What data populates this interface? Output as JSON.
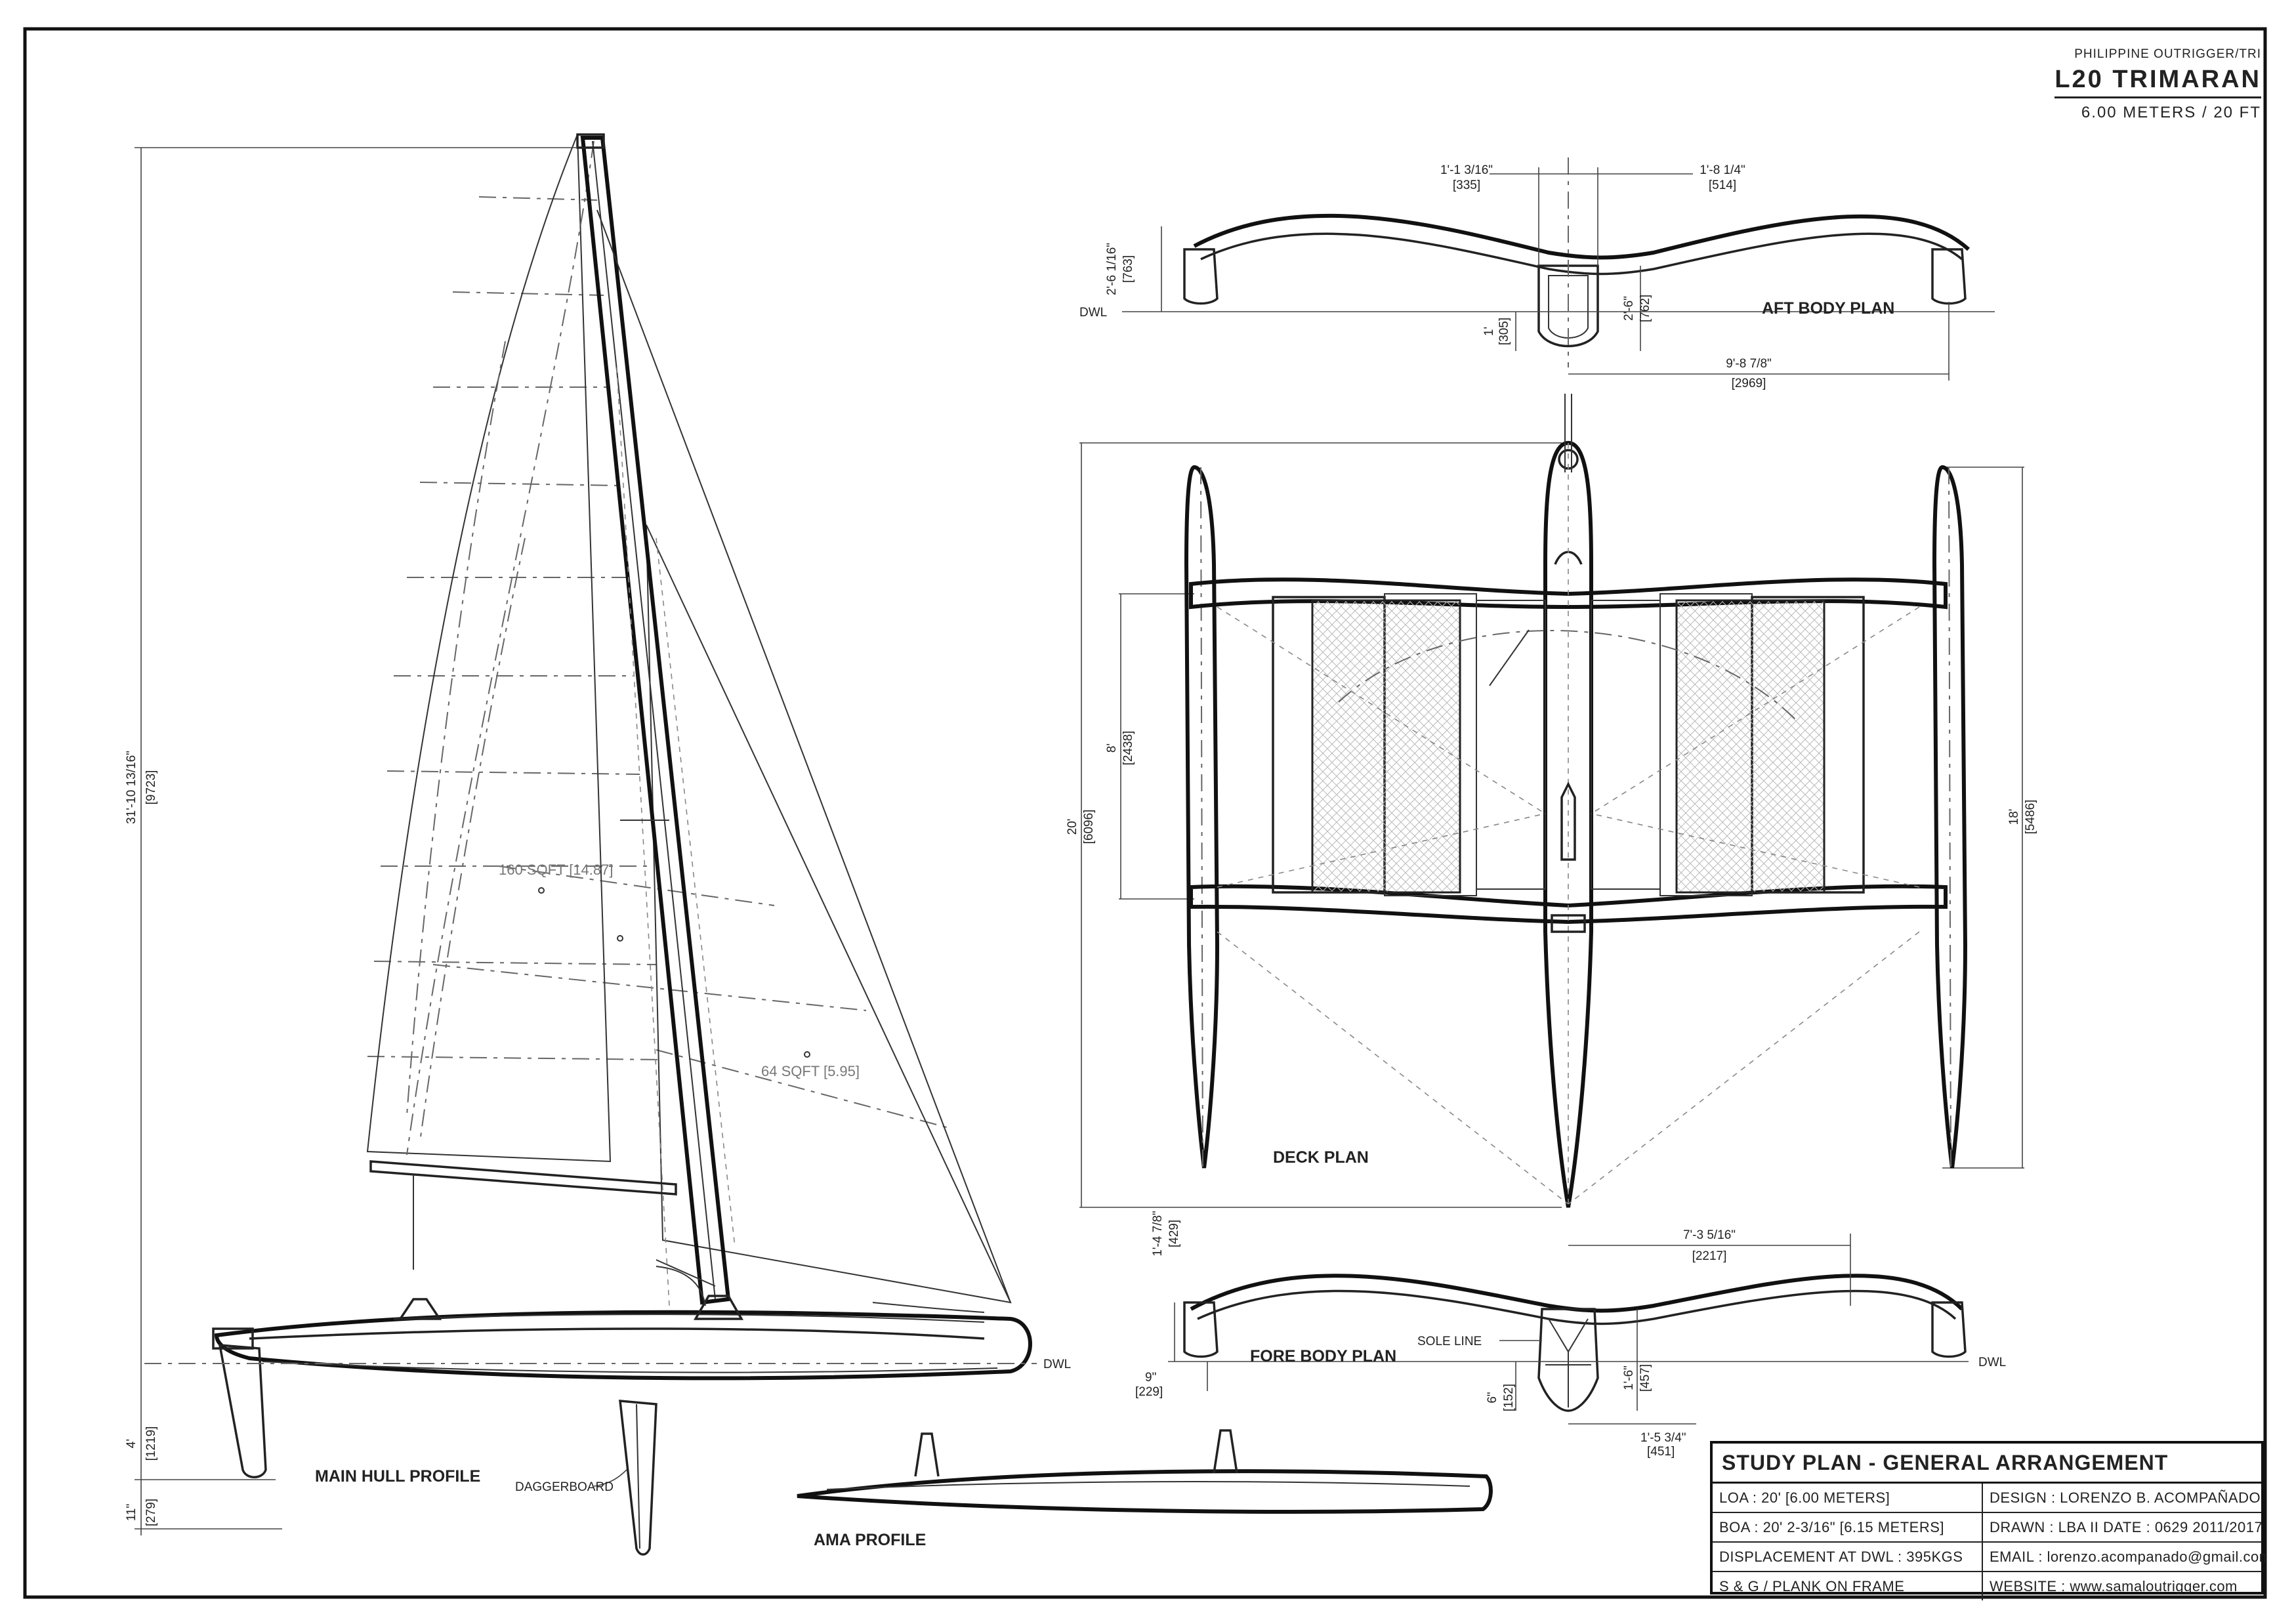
{
  "header": {
    "subtitle": "PHILIPPINE OUTRIGGER/TRI",
    "title": "L20 TRIMARAN",
    "size": "6.00 METERS / 20 FT"
  },
  "views": {
    "main_hull_profile": "MAIN HULL PROFILE",
    "ama_profile": "AMA PROFILE",
    "aft_body_plan": "AFT BODY PLAN",
    "fore_body_plan": "FORE BODY PLAN",
    "deck_plan": "DECK PLAN"
  },
  "callouts": {
    "daggerboard": "DAGGERBOARD",
    "dwl": "DWL",
    "sole_line": "SOLE LINE",
    "main_sail_area": "160 SQFT [14.87]",
    "jib_sail_area": "64 SQFT [5.95]"
  },
  "dimensions": {
    "mast_height": "31'-10 13/16\"",
    "mast_height_mm": "[9723]",
    "rudder_depth": "4'",
    "rudder_depth_mm": "[1219]",
    "freeboard": "11\"",
    "freeboard_mm": "[279]",
    "aft_w1": "1'-1 3/16\"",
    "aft_w1_mm": "[335]",
    "aft_w2": "1'-8 1/4\"",
    "aft_w2_mm": "[514]",
    "aft_h": "2'-6 1/16\"",
    "aft_h_mm": "[763]",
    "aft_draft": "1'",
    "aft_draft_mm": "[305]",
    "aft_depth": "2'-6\"",
    "aft_depth_mm": "[762]",
    "aft_span": "9'-8 7/8\"",
    "aft_span_mm": "[2969]",
    "deck_len": "20'",
    "deck_len_mm": "[6096]",
    "deck_beam": "8'",
    "deck_beam_mm": "[2438]",
    "ama_len": "18'",
    "ama_len_mm": "[5486]",
    "fore_span": "7'-3 5/16\"",
    "fore_span_mm": "[2217]",
    "fore_h": "1'-4 7/8\"",
    "fore_h_mm": "[429]",
    "fore_ama_draft": "9\"",
    "fore_ama_draft_mm": "[229]",
    "fore_draft": "6\"",
    "fore_draft_mm": "[152]",
    "fore_depth": "1'-6\"",
    "fore_depth_mm": "[457]",
    "fore_w": "1'-5 3/4\"",
    "fore_w_mm": "[451]"
  },
  "title_block": {
    "heading": "STUDY PLAN - GENERAL ARRANGEMENT",
    "rows": [
      {
        "left": "LOA : 20' [6.00 METERS]",
        "right": "DESIGN : LORENZO B. ACOMPAÑADO II"
      },
      {
        "left": "BOA : 20' 2-3/16\" [6.15 METERS]",
        "right": "DRAWN : LBA II  DATE : 0629 2011/2017"
      },
      {
        "left": "DISPLACEMENT AT DWL : 395KGS",
        "right": "EMAIL : lorenzo.acompanado@gmail.com"
      },
      {
        "left": "S & G / PLANK ON FRAME",
        "right": "WEBSITE : www.samaloutrigger.com"
      }
    ]
  }
}
